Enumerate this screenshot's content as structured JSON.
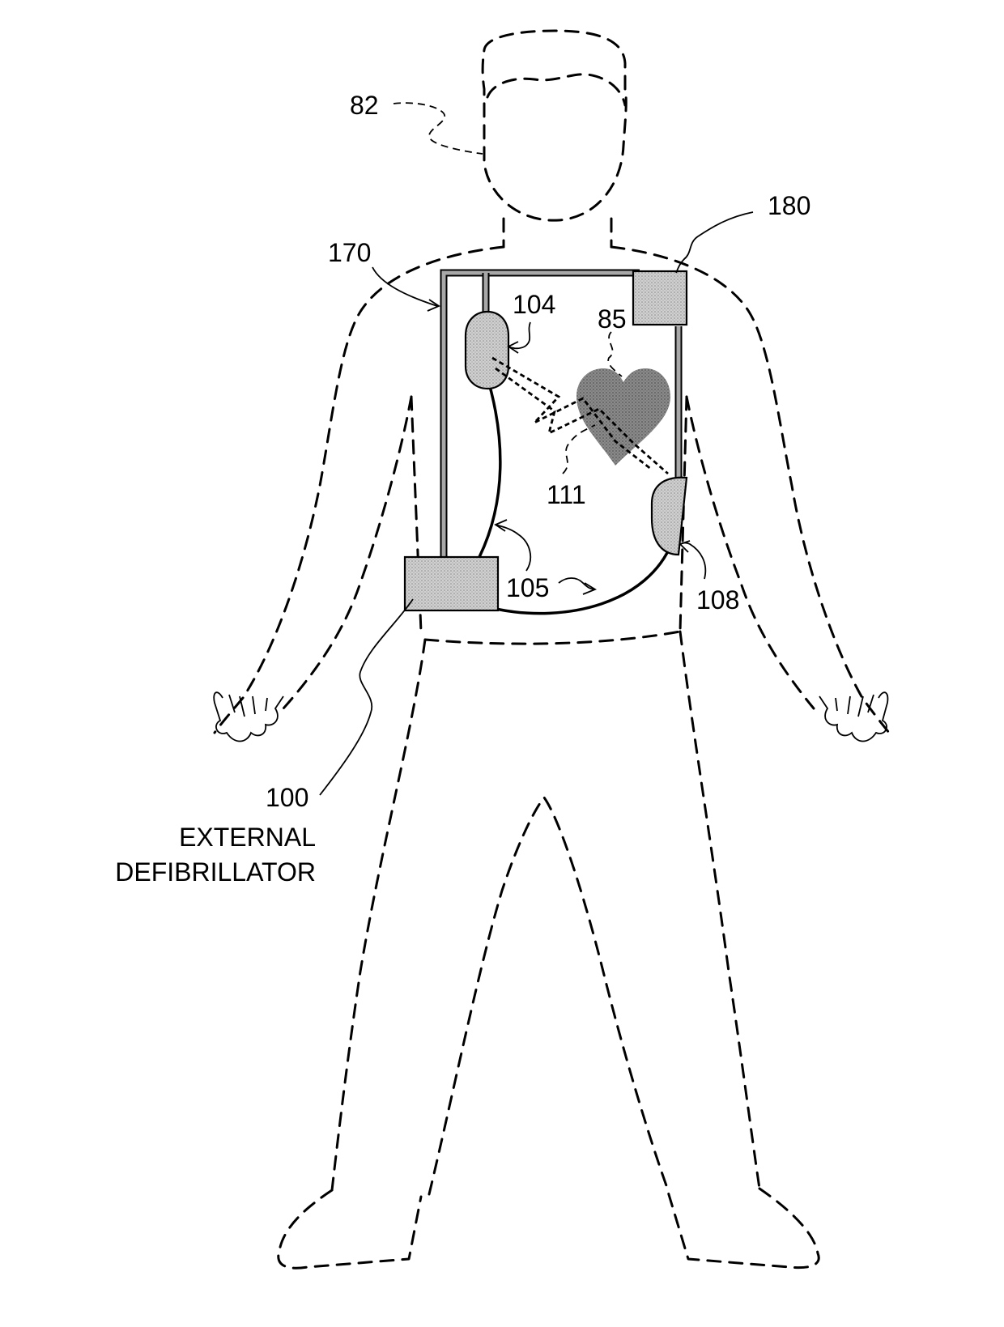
{
  "figure": {
    "labels": {
      "person": "82",
      "heart": "85",
      "defibrillator": "100",
      "electrode_upper": "104",
      "leads": "105",
      "electrode_lower": "108",
      "shock": "111",
      "support_structure": "170",
      "monitor_unit": "180"
    },
    "caption_lines": [
      "EXTERNAL",
      "DEFIBRILLATOR"
    ]
  }
}
